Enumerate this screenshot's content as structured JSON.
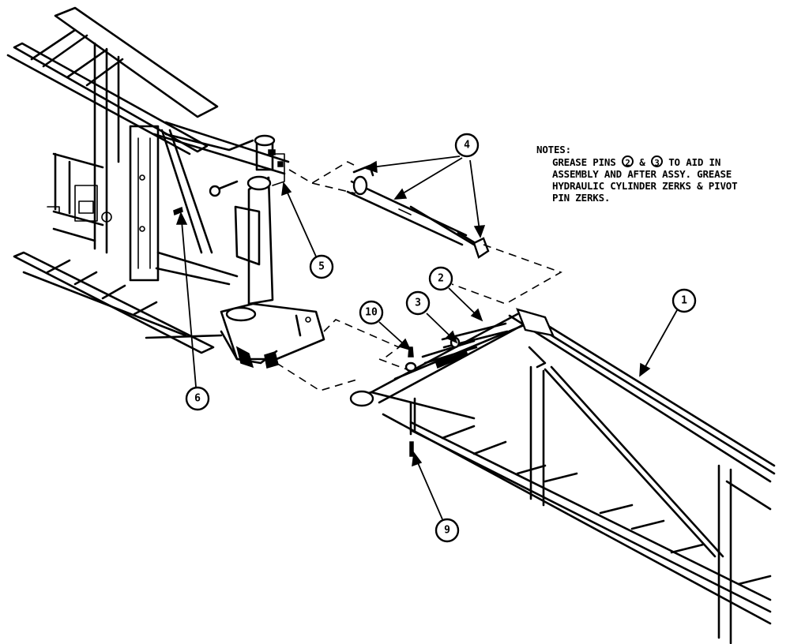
{
  "notes": {
    "heading": "NOTES:",
    "line1_a": "GREASE PINS",
    "ref_a": "2",
    "amp": "&",
    "ref_b": "3",
    "line1_b": "TO AID IN",
    "line2": "ASSEMBLY AND AFTER ASSY. GREASE",
    "line3": "HYDRAULIC CYLINDER ZERKS & PIVOT",
    "line4": "PIN ZERKS."
  },
  "balloons": {
    "b1": "1",
    "b2": "2",
    "b3": "3",
    "b4": "4",
    "b5": "5",
    "b6": "6",
    "b9": "9",
    "b10": "10"
  }
}
